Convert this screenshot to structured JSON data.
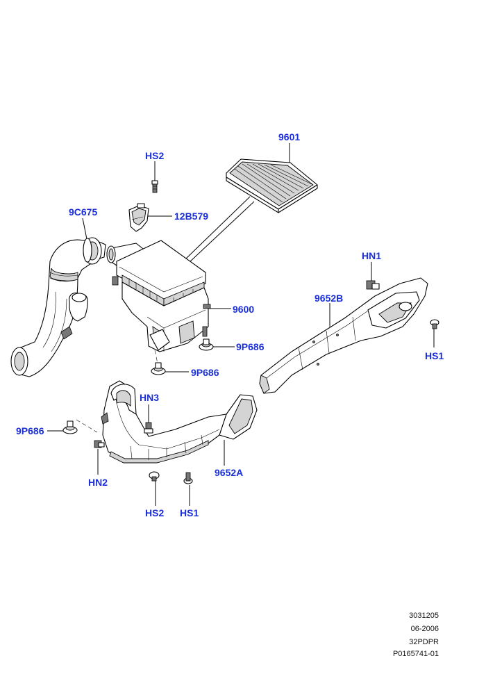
{
  "callouts": {
    "p9601": "9601",
    "hs2_top": "HS2",
    "p12B579": "12B579",
    "p9C675": "9C675",
    "hn1": "HN1",
    "p9652B": "9652B",
    "p9600": "9600",
    "hs1_right": "HS1",
    "p9P686_a": "9P686",
    "p9P686_b": "9P686",
    "hn3": "HN3",
    "p9P686_c": "9P686",
    "hn2": "HN2",
    "p9652A": "9652A",
    "hs2_bottom": "HS2",
    "hs1_bottom": "HS1"
  },
  "footer": {
    "line1": "3031205",
    "line2": "06-2006",
    "line3": "32PDPR",
    "line4": "P0165741-01"
  },
  "colors": {
    "callout": "#1a2fd6",
    "linework": "#000000"
  }
}
